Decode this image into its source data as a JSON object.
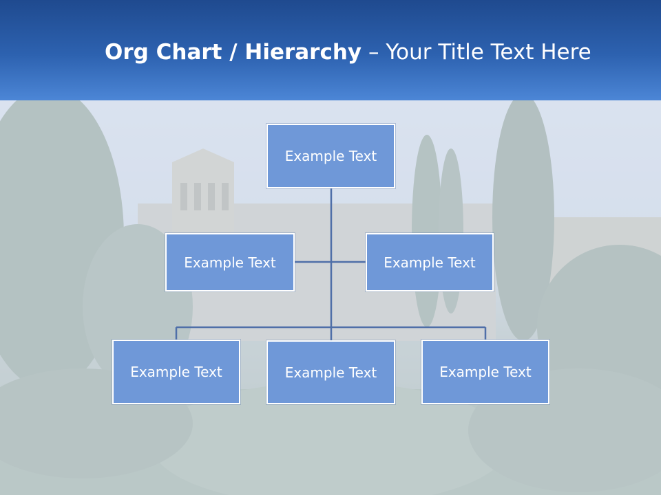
{
  "slide": {
    "title_bold": "Org Chart / Hierarchy",
    "title_rest": " – Your Title Text Here"
  },
  "org_chart": {
    "root": "Example Text",
    "assistants": [
      "Example Text",
      "Example Text"
    ],
    "children": [
      "Example Text",
      "Example Text",
      "Example Text"
    ]
  },
  "colors": {
    "header_top": "#1f4a8f",
    "header_bottom": "#4c86d6",
    "node_fill": "#6f98d8",
    "node_border": "#ffffff",
    "connector": "#4f6fa8"
  }
}
